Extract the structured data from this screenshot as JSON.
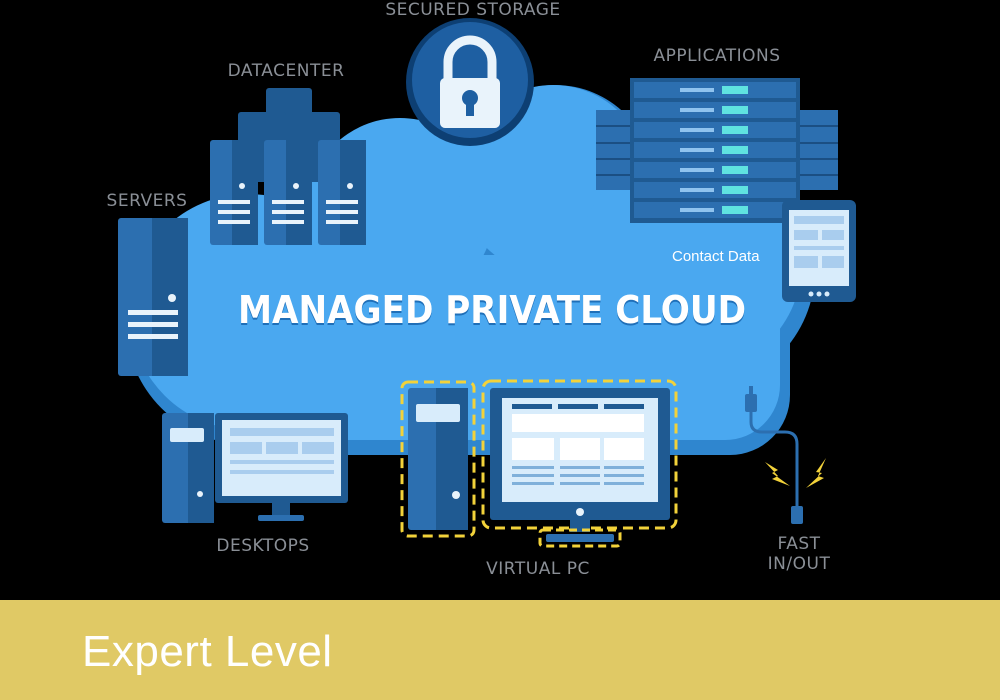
{
  "diagram": {
    "title": "MANAGED PRIVATE CLOUD",
    "labels": {
      "secured_storage": "SECURED STORAGE",
      "applications": "APPLICATIONS",
      "datacenter": "DATACENTER",
      "servers": "SERVERS",
      "contact_data": "Contact Data",
      "desktops": "DESKTOPS",
      "virtual_pc": "VIRTUAL PC",
      "fast_line1": "FAST",
      "fast_line2": "IN/OUT"
    },
    "icons": [
      "cloud-icon",
      "lock-icon",
      "server-rack-icon",
      "datacenter-icon",
      "server-tower-icon",
      "tablet-icon",
      "desktop-icon",
      "virtual-pc-icon",
      "cable-icon",
      "lightning-icon"
    ]
  },
  "footer": {
    "text": "Expert Level"
  },
  "colors": {
    "background": "#000000",
    "cloud": "#4aa8f0",
    "cloud_shadow": "#2f86cf",
    "device_dark": "#1f5a92",
    "device_mid": "#2c6fb0",
    "screen": "#d8ecfb",
    "accent_cyan": "#5fe3e0",
    "highlight_yellow": "#f2d23a",
    "footer_band": "#e0c965",
    "label_gray": "#8a8f96"
  }
}
